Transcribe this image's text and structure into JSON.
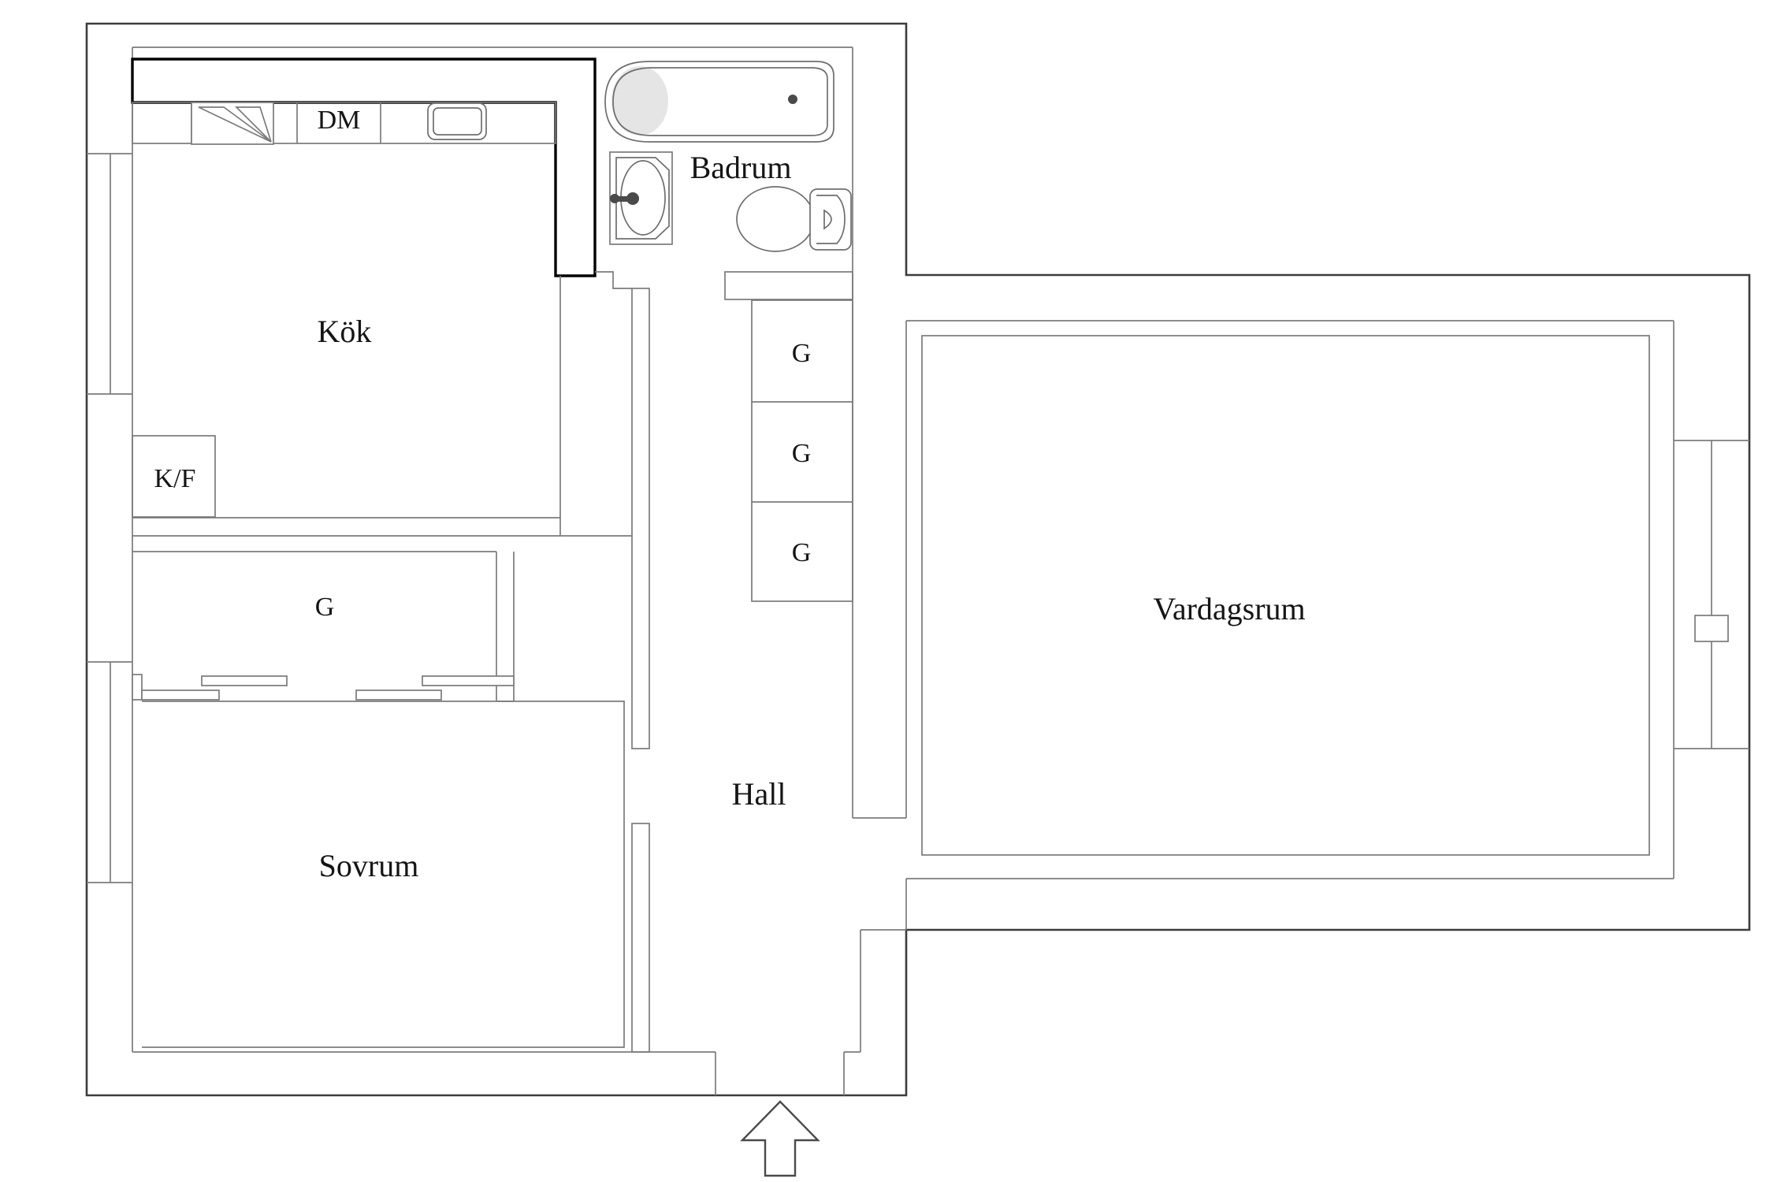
{
  "floorplan": {
    "rooms": {
      "kitchen": "Kök",
      "bathroom": "Badrum",
      "bedroom": "Sovrum",
      "hall": "Hall",
      "living_room": "Vardagsrum"
    },
    "appliances": {
      "dishwasher": "DM",
      "fridge_freezer": "K/F"
    },
    "wardrobes": {
      "bedroom_closet_label": "G",
      "hall_wardrobe_labels": [
        "G",
        "G",
        "G"
      ]
    },
    "colors": {
      "background": "#ffffff",
      "wall_line": "#7b7b7b",
      "outer_wall_line": "#3c3c3c",
      "counter_line": "#000000",
      "text": "#151515",
      "tub_shade": "#dcdcdc"
    }
  }
}
